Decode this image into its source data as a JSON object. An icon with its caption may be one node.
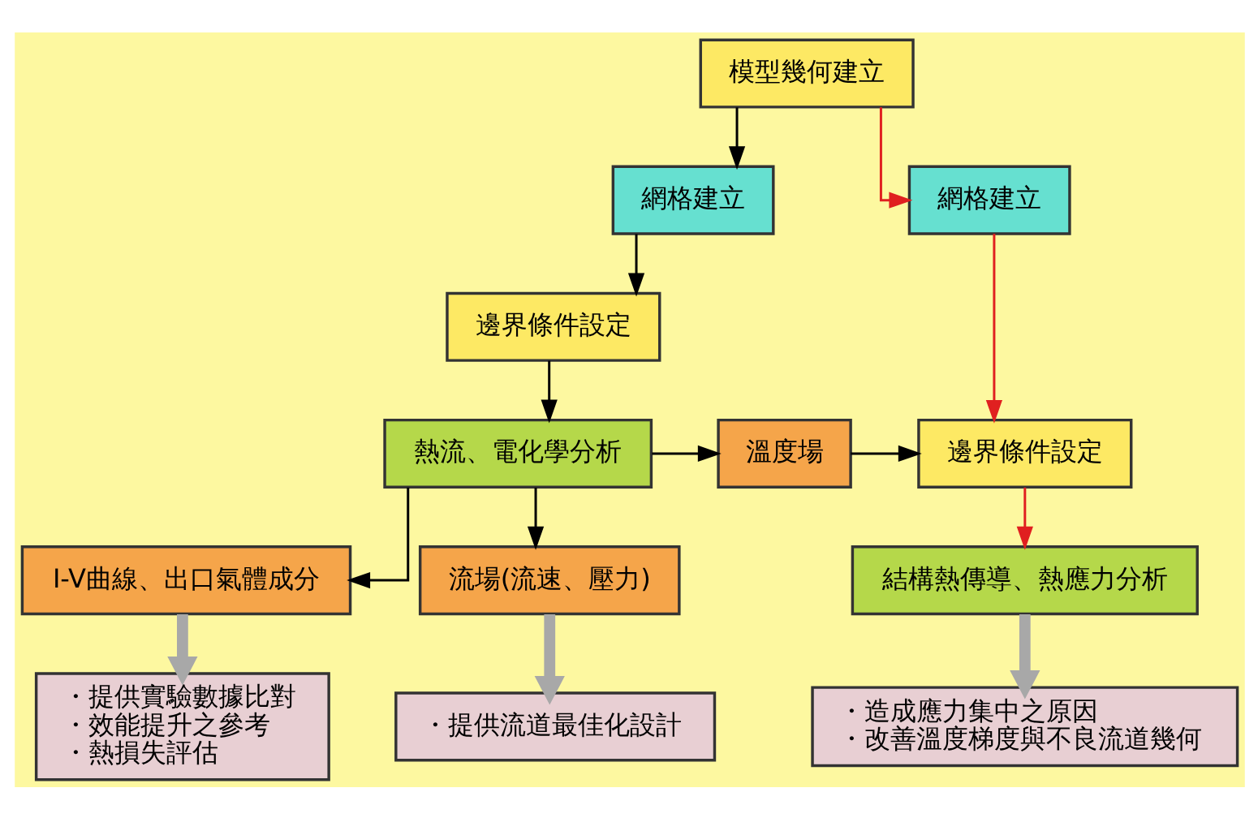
{
  "diagram": {
    "nodes": [
      {
        "text": [
          "模型幾何建立"
        ]
      },
      {
        "text": [
          "網格建立"
        ]
      },
      {
        "text": [
          "網格建立"
        ]
      },
      {
        "text": [
          "邊界條件設定"
        ]
      },
      {
        "text": [
          "熱流、電化學分析"
        ]
      },
      {
        "text": [
          "溫度場"
        ]
      },
      {
        "text": [
          "邊界條件設定"
        ]
      },
      {
        "text": [
          "結構熱傳導、熱應力分析"
        ]
      },
      {
        "text": [
          "I-V曲線、出口氣體成分"
        ]
      },
      {
        "text": [
          "流場(流速、壓力)"
        ]
      },
      {
        "text": [
          "・造成應力集中之原因",
          "・改善溫度梯度與不良流道幾何"
        ]
      },
      {
        "text": [
          "・提供實驗數據比對",
          "・效能提升之參考",
          "・熱損失評估"
        ]
      },
      {
        "text": [
          "・提供流道最佳化設計"
        ]
      }
    ],
    "edges": [
      {
        "from": 0,
        "to": 1,
        "arrow": "to",
        "color": "#e02020"
      },
      {
        "from": 0,
        "to": 2,
        "arrow": "to"
      },
      {
        "from": 2,
        "to": 3,
        "arrow": "to"
      },
      {
        "from": 3,
        "to": 4,
        "arrow": "to"
      },
      {
        "from": 4,
        "to": 5,
        "arrow": "to"
      },
      {
        "from": 5,
        "to": 6,
        "arrow": "to"
      },
      {
        "from": 1,
        "to": 6,
        "arrow": "to",
        "color": "#e02020"
      },
      {
        "from": 6,
        "to": 7,
        "arrow": "to",
        "color": "#e02020"
      },
      {
        "from": 4,
        "to": 8,
        "arrow": "to"
      },
      {
        "from": 4,
        "to": 9,
        "arrow": "to"
      },
      {
        "from": 7,
        "to": 10,
        "arrow": "to",
        "style": "thick",
        "color": "#a8a8a8"
      },
      {
        "from": 8,
        "to": 11,
        "arrow": "to",
        "style": "thick",
        "color": "#a8a8a8"
      },
      {
        "from": 9,
        "to": 12,
        "arrow": "to",
        "style": "thick",
        "color": "#a8a8a8"
      }
    ]
  }
}
